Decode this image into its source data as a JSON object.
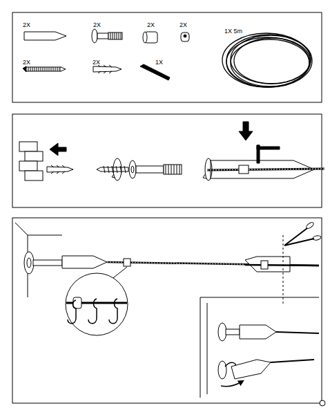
{
  "diagram": {
    "labels": [
      "2X",
      "2X",
      "2X",
      "2X",
      "1X 5m",
      "2X",
      "2X",
      "1X"
    ]
  }
}
